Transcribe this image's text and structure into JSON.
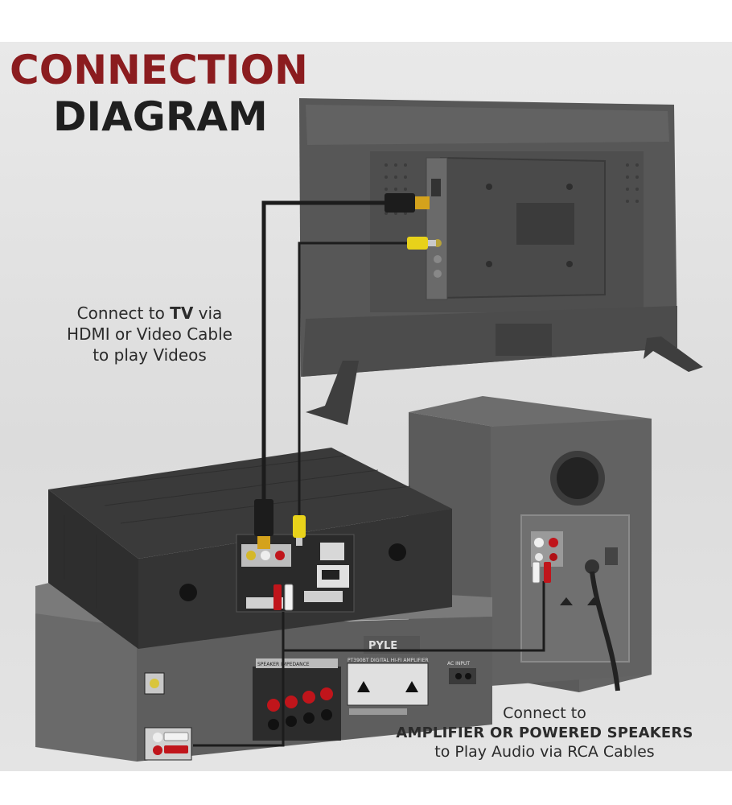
{
  "title": {
    "line1": "CONNECTION",
    "line2": "DIAGRAM"
  },
  "notes": {
    "tv": {
      "prefix": "Connect to ",
      "bold": "TV",
      "suffix": " via",
      "line2": "HDMI or Video Cable",
      "line3": "to play Videos"
    },
    "amp": {
      "line1": "Connect to",
      "line2": "AMPLIFIER OR POWERED SPEAKERS",
      "line3": "to Play Audio via RCA Cables"
    }
  },
  "labels": {
    "brand": "PYLE",
    "amp_model": "PT390BT  DIGITAL HI-FI AMPLIFIER",
    "speaker_impedance": "SPEAKER IMPEDANCE",
    "ac_input": "AC INPUT"
  },
  "colors": {
    "title_red": "#8b1c1f",
    "title_dark": "#1f1f1f",
    "hdmi_gold": "#d4a21c",
    "rca_yellow": "#e8d21a",
    "rca_red": "#c0151b",
    "rca_white": "#f2f2f2",
    "device_gray": "#4a4a4a"
  }
}
